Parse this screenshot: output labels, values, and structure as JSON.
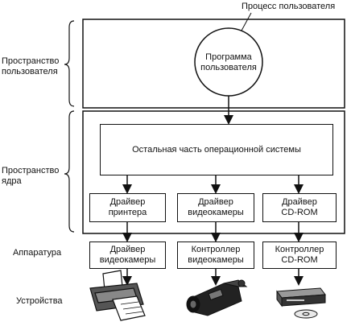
{
  "user_process_label": "Процесс пользователя",
  "user_program_label": "Программа\nпользователя",
  "os_rest_label": "Остальная часть операционной системы",
  "drivers": [
    "Драйвер\nпринтера",
    "Драйвер\nвидеокамеры",
    "Драйвер\nCD-ROM"
  ],
  "controllers": [
    "Драйвер\nвидеокамеры",
    "Контроллер\nвидеокамеры",
    "Контроллер\nCD-ROM"
  ],
  "side_labels": {
    "user_space": "Пространство\nпользователя",
    "kernel_space": "Пространство\nядра",
    "hardware": "Аппаратура",
    "devices": "Устройства"
  },
  "devices": [
    "printer-icon",
    "camcorder-icon",
    "cd-drive-icon"
  ]
}
